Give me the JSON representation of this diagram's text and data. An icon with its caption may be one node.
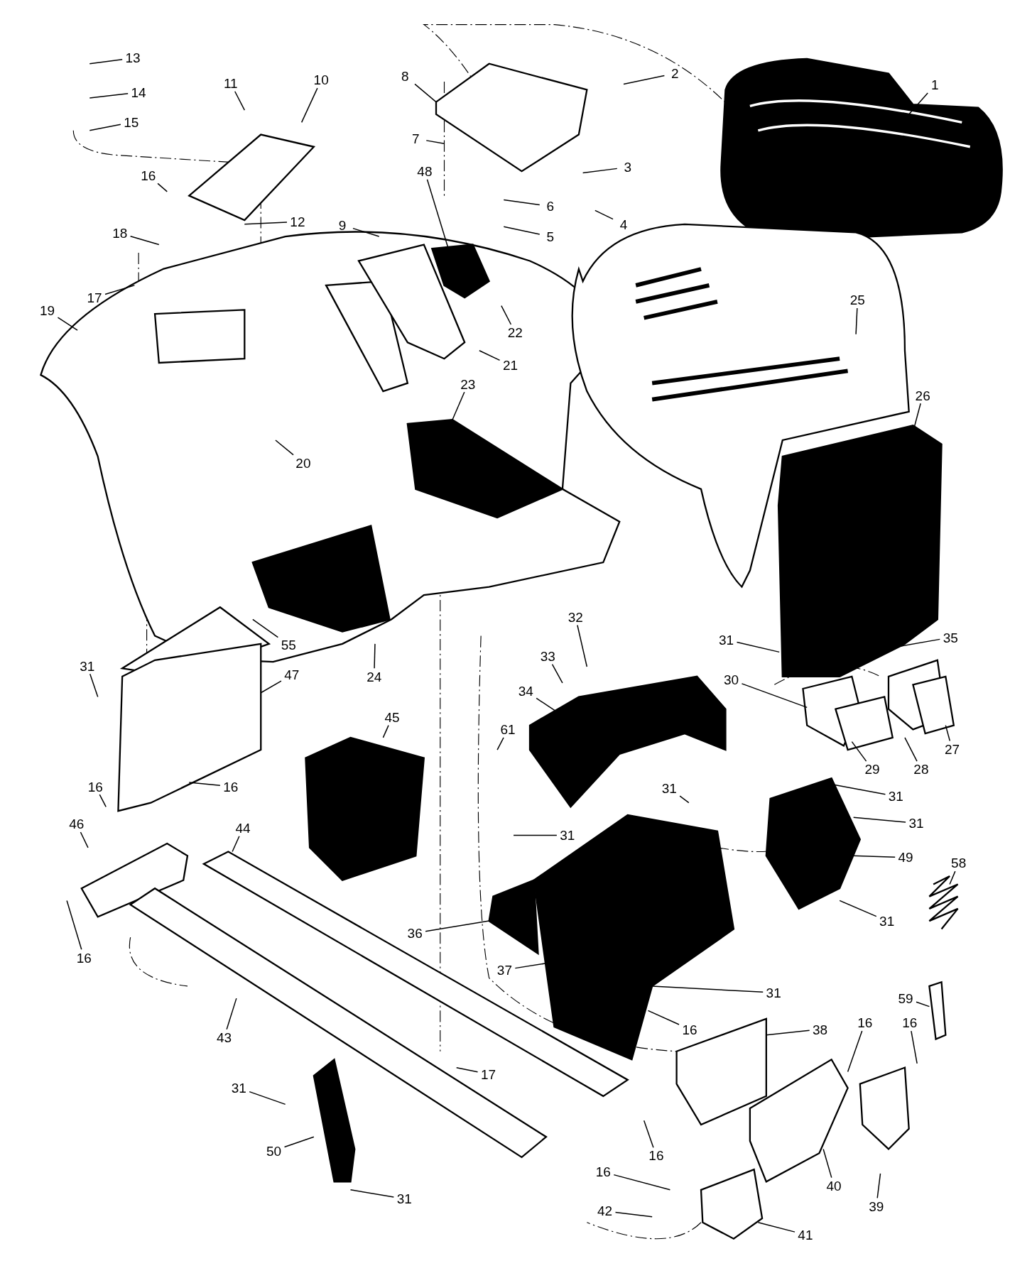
{
  "diagram": {
    "nodes": [
      {
        "text": [
          "1"
        ]
      },
      {
        "text": [
          "2"
        ]
      },
      {
        "text": [
          "8"
        ]
      },
      {
        "text": [
          "10"
        ]
      },
      {
        "text": [
          "11"
        ]
      },
      {
        "text": [
          "13"
        ]
      },
      {
        "text": [
          "14"
        ]
      },
      {
        "text": [
          "15"
        ]
      },
      {
        "text": [
          "7"
        ]
      },
      {
        "text": [
          "3"
        ]
      },
      {
        "text": [
          "48"
        ]
      },
      {
        "text": [
          "16"
        ]
      },
      {
        "text": [
          "6"
        ]
      },
      {
        "text": [
          "12"
        ]
      },
      {
        "text": [
          "4"
        ]
      },
      {
        "text": [
          "9"
        ]
      },
      {
        "text": [
          "5"
        ]
      },
      {
        "text": [
          "18"
        ]
      },
      {
        "text": [
          "17"
        ]
      },
      {
        "text": [
          "25"
        ]
      },
      {
        "text": [
          "19"
        ]
      },
      {
        "text": [
          "22"
        ]
      },
      {
        "text": [
          "21"
        ]
      },
      {
        "text": [
          "23"
        ]
      },
      {
        "text": [
          "26"
        ]
      },
      {
        "text": [
          "20"
        ]
      },
      {
        "text": [
          "32"
        ]
      },
      {
        "text": [
          "31"
        ]
      },
      {
        "text": [
          "35"
        ]
      },
      {
        "text": [
          "55"
        ]
      },
      {
        "text": [
          "33"
        ]
      },
      {
        "text": [
          "31"
        ]
      },
      {
        "text": [
          "47"
        ]
      },
      {
        "text": [
          "24"
        ]
      },
      {
        "text": [
          "30"
        ]
      },
      {
        "text": [
          "34"
        ]
      },
      {
        "text": [
          "45"
        ]
      },
      {
        "text": [
          "61"
        ]
      },
      {
        "text": [
          "27"
        ]
      },
      {
        "text": [
          "29"
        ]
      },
      {
        "text": [
          "28"
        ]
      },
      {
        "text": [
          "16"
        ]
      },
      {
        "text": [
          "16"
        ]
      },
      {
        "text": [
          "31"
        ]
      },
      {
        "text": [
          "31"
        ]
      },
      {
        "text": [
          "46"
        ]
      },
      {
        "text": [
          "44"
        ]
      },
      {
        "text": [
          "31"
        ]
      },
      {
        "text": [
          "31"
        ]
      },
      {
        "text": [
          "49"
        ]
      },
      {
        "text": [
          "58"
        ]
      },
      {
        "text": [
          "31"
        ]
      },
      {
        "text": [
          "36"
        ]
      },
      {
        "text": [
          "16"
        ]
      },
      {
        "text": [
          "37"
        ]
      },
      {
        "text": [
          "31"
        ]
      },
      {
        "text": [
          "59"
        ]
      },
      {
        "text": [
          "16"
        ]
      },
      {
        "text": [
          "16"
        ]
      },
      {
        "text": [
          "16"
        ]
      },
      {
        "text": [
          "38"
        ]
      },
      {
        "text": [
          "43"
        ]
      },
      {
        "text": [
          "17"
        ]
      },
      {
        "text": [
          "31"
        ]
      },
      {
        "text": [
          "50"
        ]
      },
      {
        "text": [
          "16"
        ]
      },
      {
        "text": [
          "16"
        ]
      },
      {
        "text": [
          "40"
        ]
      },
      {
        "text": [
          "31"
        ]
      },
      {
        "text": [
          "39"
        ]
      },
      {
        "text": [
          "42"
        ]
      },
      {
        "text": [
          "41"
        ]
      }
    ],
    "edges": [
      {
        "from": 0,
        "to": null,
        "arrow": "none"
      },
      {
        "from": 1,
        "to": null,
        "arrow": "none"
      },
      {
        "from": 2,
        "to": null,
        "arrow": "none"
      },
      {
        "from": 3,
        "to": null,
        "arrow": "none"
      },
      {
        "from": 4,
        "to": null,
        "arrow": "none"
      },
      {
        "from": 5,
        "to": null,
        "arrow": "none"
      },
      {
        "from": 6,
        "to": null,
        "arrow": "none"
      },
      {
        "from": 7,
        "to": null,
        "arrow": "none"
      },
      {
        "from": 8,
        "to": null,
        "arrow": "none"
      },
      {
        "from": 9,
        "to": null,
        "arrow": "none"
      },
      {
        "from": 10,
        "to": null,
        "arrow": "none"
      },
      {
        "from": 11,
        "to": null,
        "arrow": "none"
      },
      {
        "from": 12,
        "to": null,
        "arrow": "none"
      },
      {
        "from": 13,
        "to": null,
        "arrow": "none"
      },
      {
        "from": 14,
        "to": null,
        "arrow": "none"
      },
      {
        "from": 15,
        "to": null,
        "arrow": "none"
      },
      {
        "from": 16,
        "to": null,
        "arrow": "none"
      },
      {
        "from": 17,
        "to": null,
        "arrow": "none"
      },
      {
        "from": 18,
        "to": null,
        "arrow": "none"
      },
      {
        "from": 19,
        "to": null,
        "arrow": "none"
      },
      {
        "from": 20,
        "to": null,
        "arrow": "none"
      },
      {
        "from": 21,
        "to": null,
        "arrow": "none"
      },
      {
        "from": 22,
        "to": null,
        "arrow": "none"
      },
      {
        "from": 23,
        "to": null,
        "arrow": "none"
      },
      {
        "from": 24,
        "to": null,
        "arrow": "none"
      },
      {
        "from": 25,
        "to": null,
        "arrow": "none"
      },
      {
        "from": 26,
        "to": null,
        "arrow": "none"
      },
      {
        "from": 27,
        "to": null,
        "arrow": "none"
      },
      {
        "from": 28,
        "to": null,
        "arrow": "none"
      },
      {
        "from": 29,
        "to": null,
        "arrow": "none"
      },
      {
        "from": 30,
        "to": null,
        "arrow": "none"
      },
      {
        "from": 31,
        "to": null,
        "arrow": "none"
      },
      {
        "from": 32,
        "to": null,
        "arrow": "none"
      },
      {
        "from": 33,
        "to": null,
        "arrow": "none"
      },
      {
        "from": 34,
        "to": null,
        "arrow": "none"
      },
      {
        "from": 35,
        "to": null,
        "arrow": "none"
      },
      {
        "from": 36,
        "to": null,
        "arrow": "none"
      },
      {
        "from": 37,
        "to": null,
        "arrow": "none"
      },
      {
        "from": 38,
        "to": null,
        "arrow": "none"
      },
      {
        "from": 39,
        "to": null,
        "arrow": "none"
      },
      {
        "from": 40,
        "to": null,
        "arrow": "none"
      },
      {
        "from": 41,
        "to": null,
        "arrow": "none"
      },
      {
        "from": 42,
        "to": null,
        "arrow": "none"
      },
      {
        "from": 43,
        "to": null,
        "arrow": "none"
      },
      {
        "from": 44,
        "to": null,
        "arrow": "none"
      },
      {
        "from": 45,
        "to": null,
        "arrow": "none"
      },
      {
        "from": 46,
        "to": null,
        "arrow": "none"
      },
      {
        "from": 47,
        "to": null,
        "arrow": "none"
      },
      {
        "from": 48,
        "to": null,
        "arrow": "none"
      },
      {
        "from": 49,
        "to": null,
        "arrow": "none"
      },
      {
        "from": 50,
        "to": null,
        "arrow": "none"
      },
      {
        "from": 51,
        "to": null,
        "arrow": "none"
      },
      {
        "from": 52,
        "to": null,
        "arrow": "none"
      },
      {
        "from": 53,
        "to": null,
        "arrow": "none"
      },
      {
        "from": 54,
        "to": null,
        "arrow": "none"
      },
      {
        "from": 55,
        "to": null,
        "arrow": "none"
      },
      {
        "from": 56,
        "to": null,
        "arrow": "none"
      },
      {
        "from": 57,
        "to": null,
        "arrow": "none"
      },
      {
        "from": 58,
        "to": null,
        "arrow": "none"
      },
      {
        "from": 59,
        "to": null,
        "arrow": "none"
      },
      {
        "from": 60,
        "to": null,
        "arrow": "none"
      },
      {
        "from": 61,
        "to": null,
        "arrow": "none"
      },
      {
        "from": 62,
        "to": null,
        "arrow": "none"
      },
      {
        "from": 63,
        "to": null,
        "arrow": "none"
      },
      {
        "from": 64,
        "to": null,
        "arrow": "none"
      },
      {
        "from": 65,
        "to": null,
        "arrow": "none"
      },
      {
        "from": 66,
        "to": null,
        "arrow": "none"
      },
      {
        "from": 67,
        "to": null,
        "arrow": "none"
      },
      {
        "from": 68,
        "to": null,
        "arrow": "none"
      },
      {
        "from": 69,
        "to": null,
        "arrow": "none"
      },
      {
        "from": 70,
        "to": null,
        "arrow": "none"
      },
      {
        "from": 71,
        "to": null,
        "arrow": "none"
      }
    ]
  }
}
